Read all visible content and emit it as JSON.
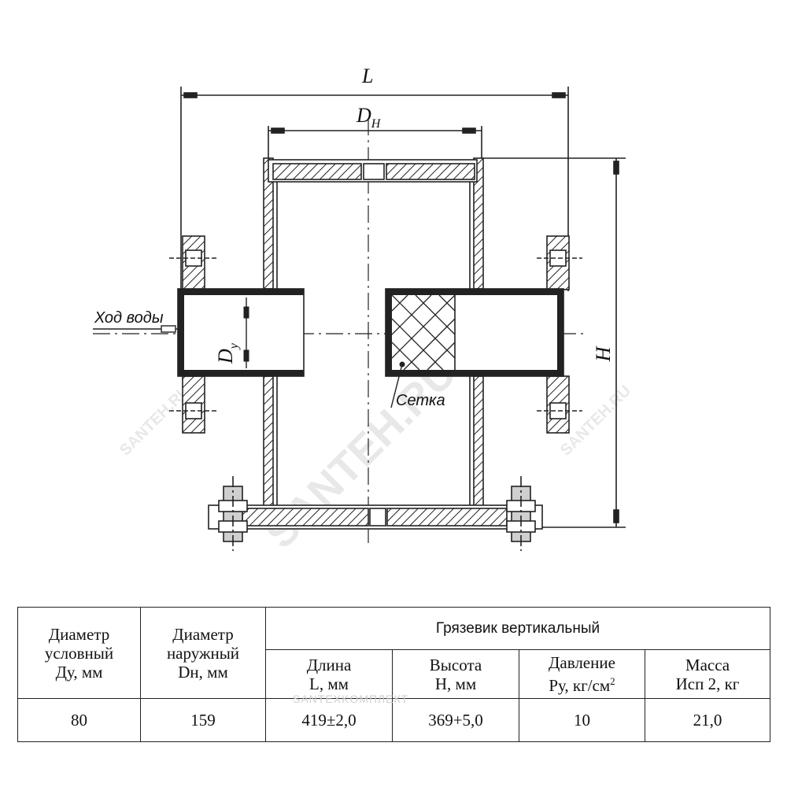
{
  "drawing": {
    "dim_L": "L",
    "dim_DH_main": "D",
    "dim_DH_sub": "H",
    "dim_H": "H",
    "dim_Dy_main": "D",
    "dim_Dy_sub": "y",
    "label_water_flow": "Ход воды",
    "label_mesh": "Сетка"
  },
  "watermarks": [
    "SANTEH.RU",
    "SANTEH.RU",
    "SANTEH.RU",
    "SANTEXKOMПЛЕКТ"
  ],
  "table": {
    "col_dy_header": "Диаметр\nусловный\nДу, мм",
    "col_dn_header": "Диаметр\nнаружный\nDн, мм",
    "group_header": "Грязевик вертикальный",
    "col_L_header": "Длина\nL, мм",
    "col_H_header": "Высота\nH, мм",
    "col_P_header_text": "Давление\nРу, кг/см",
    "col_P_header_sup": "2",
    "col_M_header": "Масса\nИсп 2, кг",
    "row": {
      "dy": "80",
      "dn": "159",
      "L": "419±2,0",
      "H": "369+5,0",
      "P": "10",
      "M": "21,0"
    }
  }
}
